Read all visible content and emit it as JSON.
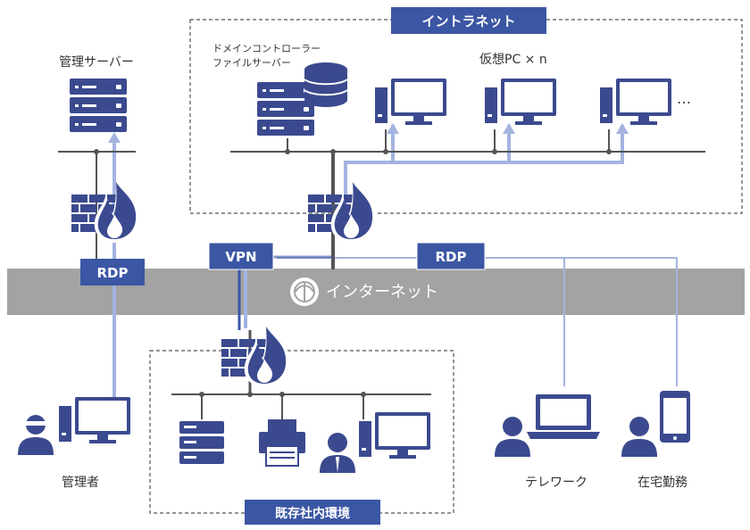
{
  "labels": {
    "intranet": "イントラネット",
    "internet": "インターネット",
    "existing_env": "既存社内環境",
    "management_server": "管理サーバー",
    "domain_controller_line1": "ドメインコントローラー",
    "domain_controller_line2": "ファイルサーバー",
    "virtual_pc": "仮想PC × n",
    "ellipsis": "…",
    "admin": "管理者",
    "telework": "テレワーク",
    "home_work": "在宅勤務",
    "rdp_left": "RDP",
    "vpn": "VPN",
    "rdp_right": "RDP"
  },
  "colors": {
    "accent": "#3b56a3",
    "icon": "#3b4a8f",
    "line_light": "#a4b3e0",
    "band": "#a3a3a3",
    "dark_line": "#555555"
  },
  "icons": {
    "firewall": "firewall-icon",
    "server": "server-icon",
    "database": "database-icon",
    "monitor": "monitor-icon",
    "printer": "printer-icon",
    "laptop": "laptop-icon",
    "phone": "phone-icon",
    "person": "person-icon",
    "globe": "globe-icon"
  }
}
